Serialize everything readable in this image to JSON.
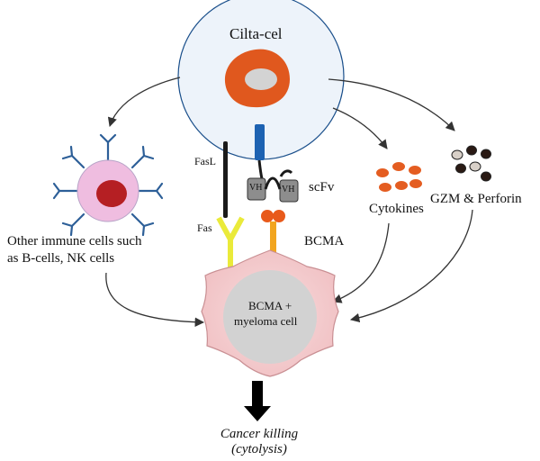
{
  "labels": {
    "car_t": "Cilta-cel",
    "fasl": "FasL",
    "scfv": "scFv",
    "vh1": "VH",
    "vh2": "VH",
    "fas": "Fas",
    "bcma": "BCMA",
    "cytokines": "Cytokines",
    "gzm": "GZM & Perforin",
    "immune_line1": "Other immune cells such",
    "immune_line2": "as B-cells, NK cells",
    "target_line1": "BCMA +",
    "target_line2": "myeloma cell",
    "outcome_line1": "Cancer killing",
    "outcome_line2": "(cytolysis)"
  },
  "colors": {
    "car_t_fill": "#edf3fa",
    "car_t_border": "#1a4f8b",
    "car_t_body": "#e0581e",
    "nucleus": "#d3d3d3",
    "immune_cell": "#efbde0",
    "immune_nucleus": "#b51f23",
    "antibody": "#2d5f98",
    "receptor_blue": "#1d62b2",
    "fasl": "#1a1a1a",
    "fas": "#eaea3a",
    "bcma": "#f2a51f",
    "bcma_head": "#e85a1b",
    "cytokine": "#e45d21",
    "tumor": "#f4cfd1",
    "arrow": "#333333"
  }
}
